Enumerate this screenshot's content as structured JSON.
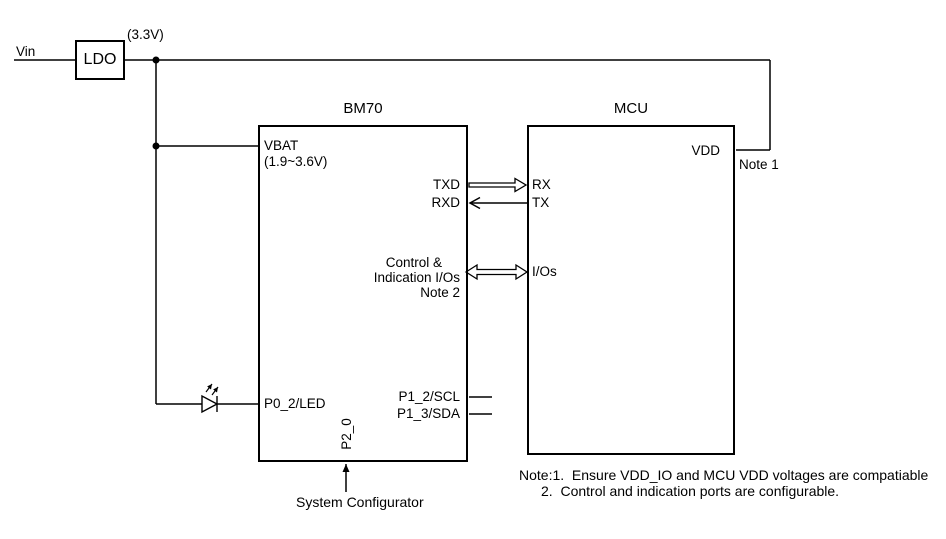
{
  "diagram": {
    "power": {
      "vin": "Vin",
      "ldo": "LDO",
      "rail_voltage": "(3.3V)"
    },
    "bm70": {
      "title": "BM70",
      "pins": {
        "vbat": "VBAT",
        "vbat_range": "(1.9~3.6V)",
        "txd": "TXD",
        "rxd": "RXD",
        "p0_2": "P0_2/LED",
        "p1_2": "P1_2/SCL",
        "p1_3": "P1_3/SDA",
        "p2_0": "P2_0"
      },
      "control_label_line1": "Control &",
      "control_label_line2": "Indication I/Os",
      "control_label_line3": "Note 2"
    },
    "mcu": {
      "title": "MCU",
      "pins": {
        "rx": "RX",
        "tx": "TX",
        "ios": "I/Os",
        "vdd": "VDD"
      },
      "vdd_note": "Note 1"
    },
    "annotations": {
      "system_configurator": "System Configurator",
      "note_line1": "Note:1.  Ensure VDD_IO and MCU VDD voltages are compatiable",
      "note_line2": "2.  Control and indication ports are configurable."
    },
    "colors": {
      "line": "#000000",
      "background": "#ffffff"
    }
  }
}
